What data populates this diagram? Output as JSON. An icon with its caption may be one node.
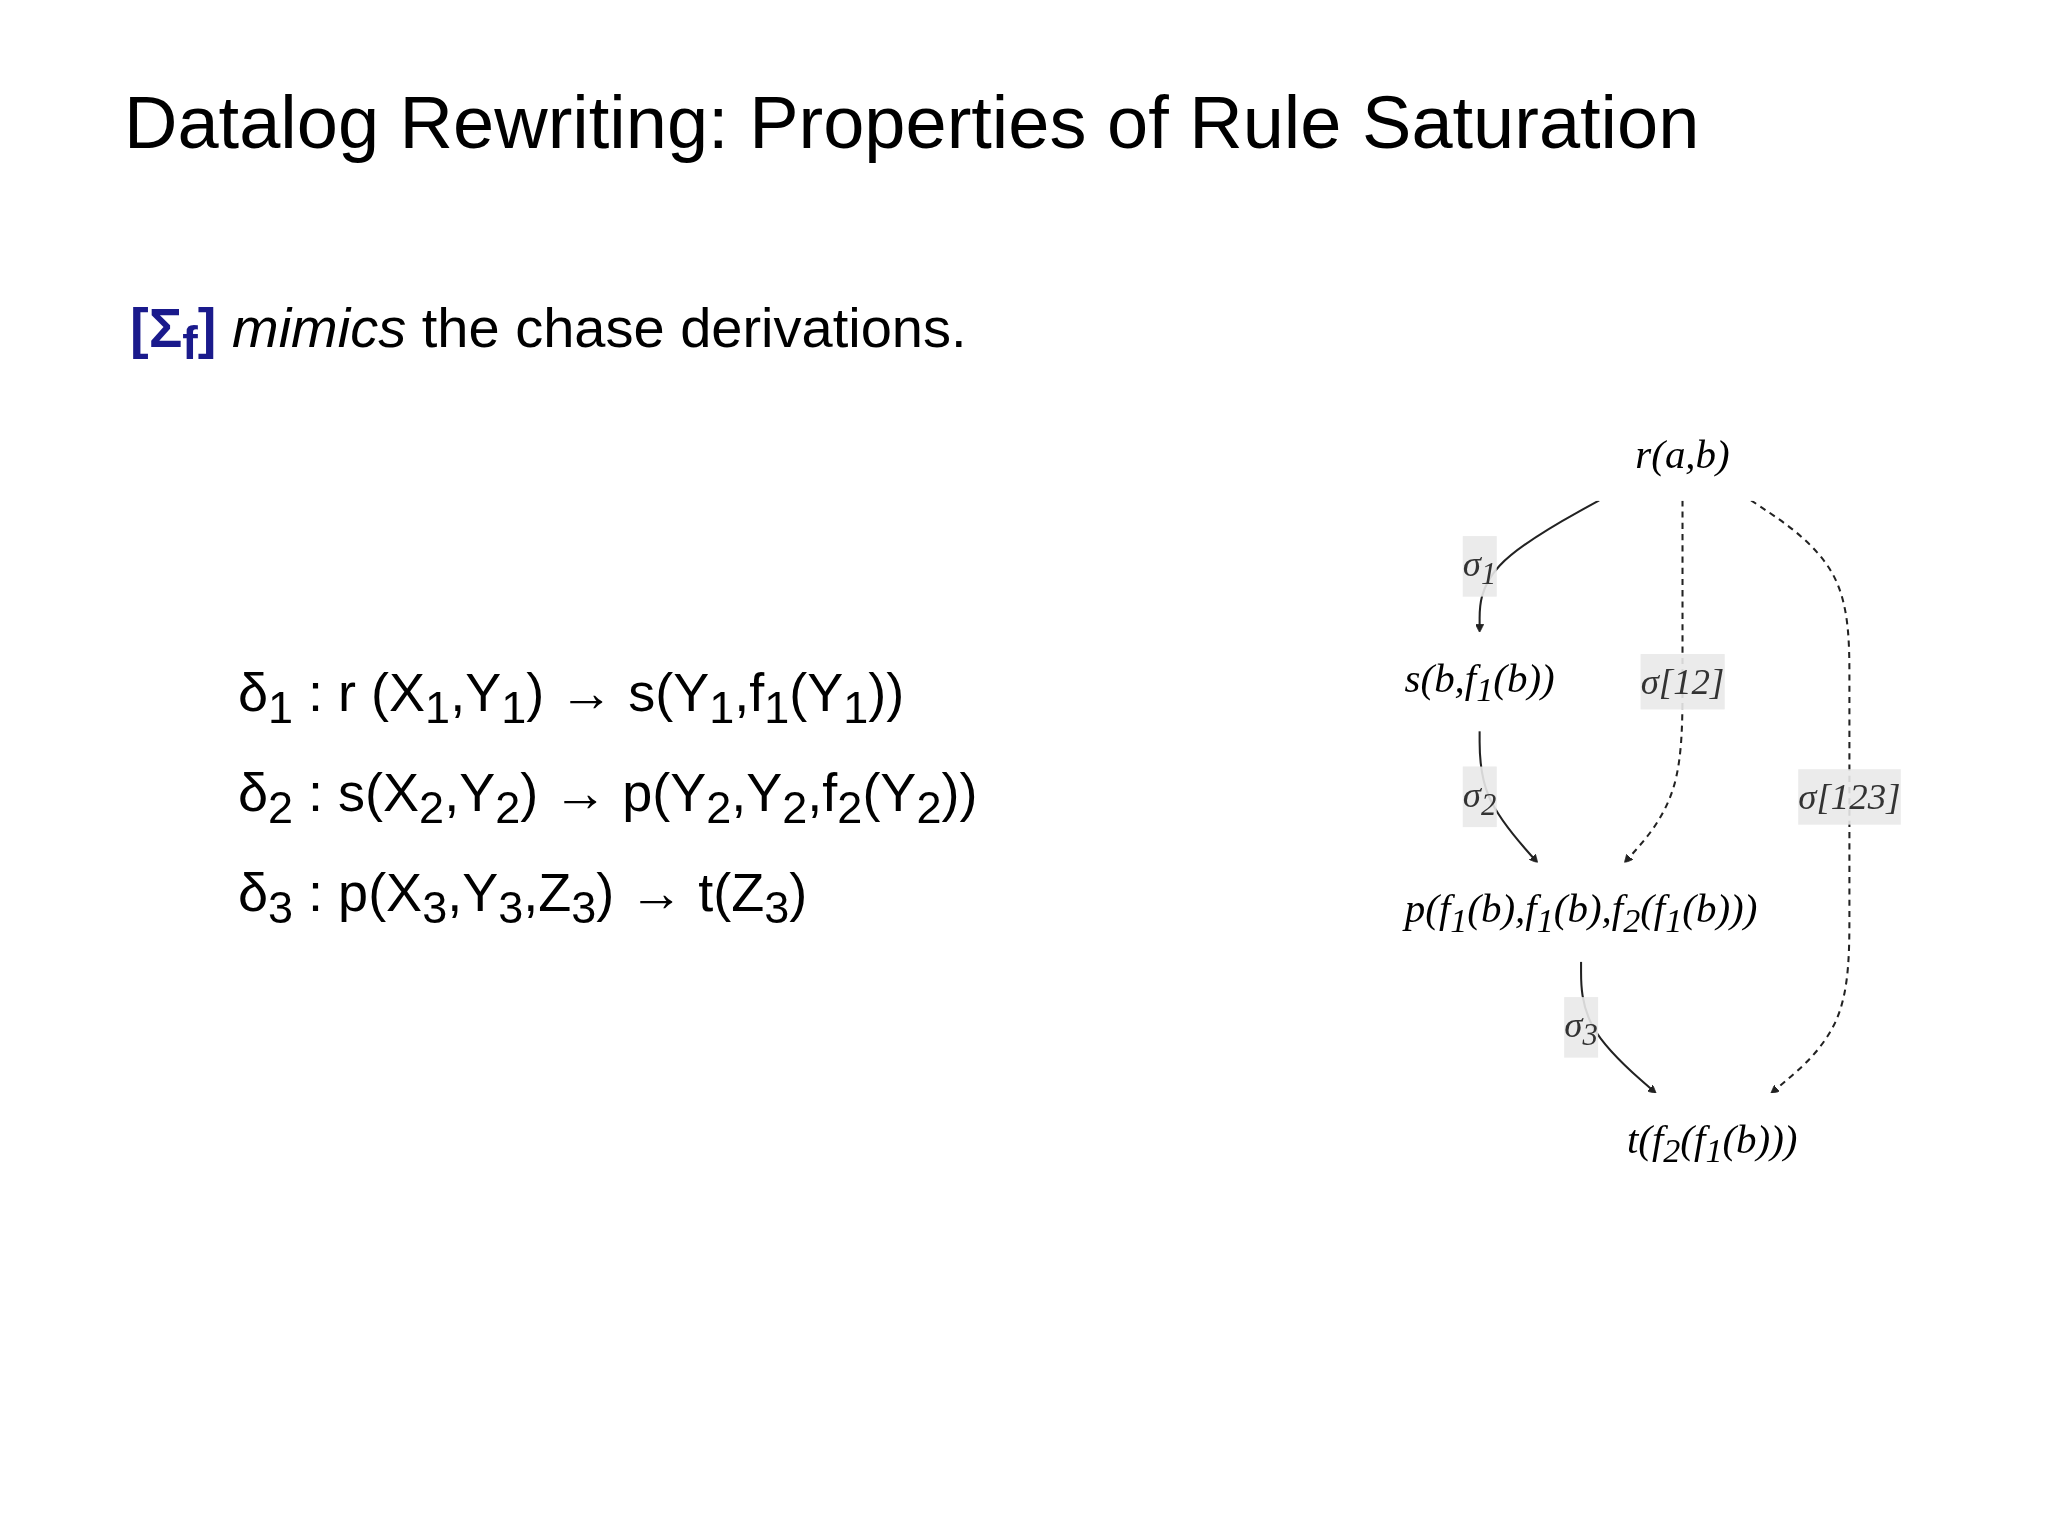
{
  "diagram": {
    "title": "Datalog Rewriting: Properties of Rule Saturation",
    "nodes": [
      {
        "text": [
          "r(a,b)"
        ]
      },
      {
        "text": [
          "s(b,f$_{1}$(b))"
        ]
      },
      {
        "text": [
          "p(f$_{1}$(b),f$_{1}$(b),f$_{2}$(f$_{1}$(b)))"
        ]
      },
      {
        "text": [
          "t(f$_{2}$(f$_{1}$(b)))"
        ]
      }
    ],
    "edges": [
      {
        "from": 0,
        "to": 1,
        "arrow": "to",
        "label": "σ$_{1}$"
      },
      {
        "from": 1,
        "to": 2,
        "arrow": "to",
        "label": "σ$_{2}$"
      },
      {
        "from": 2,
        "to": 3,
        "arrow": "to",
        "label": "σ$_{3}$"
      },
      {
        "from": 0,
        "to": 2,
        "arrow": "to",
        "label": "σ[12]",
        "style": "dashed"
      },
      {
        "from": 0,
        "to": 3,
        "arrow": "to",
        "label": "σ[123]",
        "style": "dashed"
      }
    ],
    "labels": [
      "**[Σ$_{f}$]** *mimics* the chase derivations.",
      "δ$_{1}$ : r (X$_{1}$,Y$_{1}$) → s(Y$_{1}$,f$_{1}$(Y$_{1}$))",
      "δ$_{2}$ : s(X$_{2}$,Y$_{2}$) → p(Y$_{2}$,Y$_{2}$,f$_{2}$(Y$_{2}$))",
      "δ$_{3}$ : p(X$_{3}$,Y$_{3}$,Z$_{3}$) → t(Z$_{3}$)"
    ]
  }
}
